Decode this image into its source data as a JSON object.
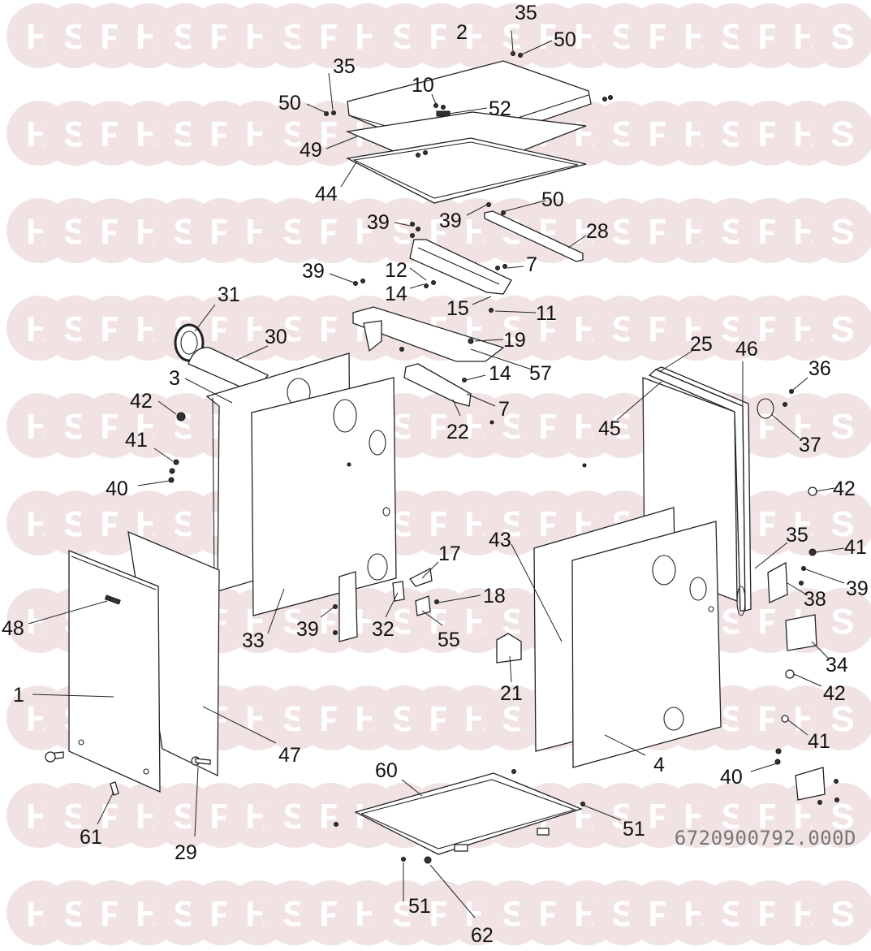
{
  "watermark": {
    "text": "HSP",
    "colors": {
      "circle": "#f1e3e3",
      "letter": "#ffffff"
    }
  },
  "drawing_number": "6720900792.000D",
  "callouts": [
    "2",
    "35",
    "50",
    "35",
    "50",
    "10",
    "52",
    "49",
    "44",
    "39",
    "39",
    "50",
    "28",
    "39",
    "12",
    "7",
    "14",
    "15",
    "11",
    "31",
    "30",
    "19",
    "3",
    "14",
    "57",
    "42",
    "7",
    "22",
    "25",
    "46",
    "36",
    "41",
    "40",
    "45",
    "37",
    "42",
    "17",
    "43",
    "35",
    "41",
    "48",
    "18",
    "39",
    "38",
    "39",
    "33",
    "32",
    "55",
    "34",
    "1",
    "21",
    "42",
    "47",
    "41",
    "4",
    "40",
    "60",
    "61",
    "29",
    "51",
    "51",
    "62"
  ]
}
